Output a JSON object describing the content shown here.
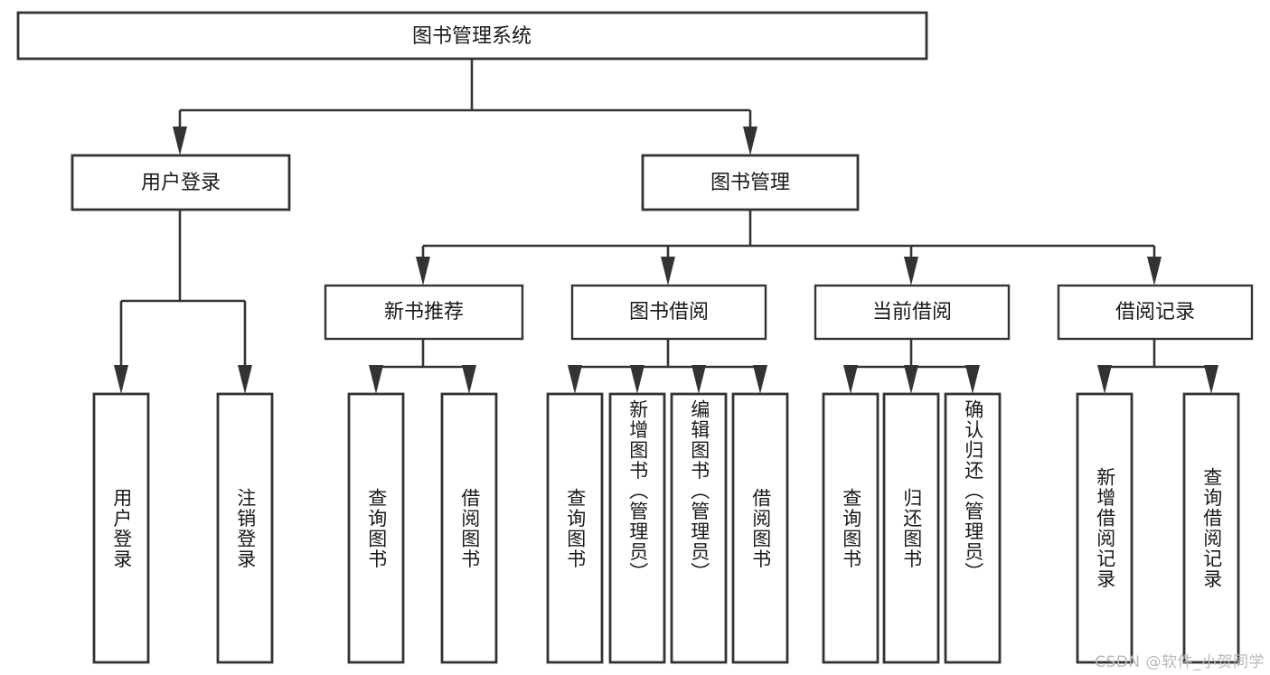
{
  "diagram": {
    "title": "图书管理系统",
    "type": "tree",
    "root": {
      "id": "root",
      "label": "图书管理系统",
      "level": 0
    },
    "level1": [
      {
        "id": "user-login",
        "label": "用户登录"
      },
      {
        "id": "book-manage",
        "label": "图书管理"
      }
    ],
    "level2": [
      {
        "id": "new-book-recommend",
        "label": "新书推荐",
        "parent": "book-manage"
      },
      {
        "id": "book-borrow",
        "label": "图书借阅",
        "parent": "book-manage"
      },
      {
        "id": "current-borrow",
        "label": "当前借阅",
        "parent": "book-manage"
      },
      {
        "id": "borrow-record",
        "label": "借阅记录",
        "parent": "book-manage"
      }
    ],
    "leaves": [
      {
        "id": "leaf-user-login",
        "label": "用户登录",
        "parent": "user-login"
      },
      {
        "id": "leaf-user-logout",
        "label": "注销登录",
        "parent": "user-login"
      },
      {
        "id": "leaf-query-book-1",
        "label": "查询图书",
        "parent": "new-book-recommend"
      },
      {
        "id": "leaf-borrow-book-1",
        "label": "借阅图书",
        "parent": "new-book-recommend"
      },
      {
        "id": "leaf-query-book-2",
        "label": "查询图书",
        "parent": "book-borrow"
      },
      {
        "id": "leaf-add-book",
        "label": "新增图书（管理员）",
        "parent": "book-borrow"
      },
      {
        "id": "leaf-edit-book",
        "label": "编辑图书（管理员）",
        "parent": "book-borrow"
      },
      {
        "id": "leaf-borrow-book-2",
        "label": "借阅图书",
        "parent": "book-borrow"
      },
      {
        "id": "leaf-query-book-3",
        "label": "查询图书",
        "parent": "current-borrow"
      },
      {
        "id": "leaf-return-book",
        "label": "归还图书",
        "parent": "current-borrow"
      },
      {
        "id": "leaf-confirm-return",
        "label": "确认归还（管理员）",
        "parent": "current-borrow"
      },
      {
        "id": "leaf-add-record",
        "label": "新增借阅记录",
        "parent": "borrow-record"
      },
      {
        "id": "leaf-query-record",
        "label": "查询借阅记录",
        "parent": "borrow-record"
      }
    ],
    "colors": {
      "stroke": "#333333",
      "fill": "#ffffff",
      "text": "#1a1a1a",
      "watermark": "#b9b9b9"
    }
  },
  "watermark": {
    "text": "CSDN @软件_小贺同学"
  }
}
